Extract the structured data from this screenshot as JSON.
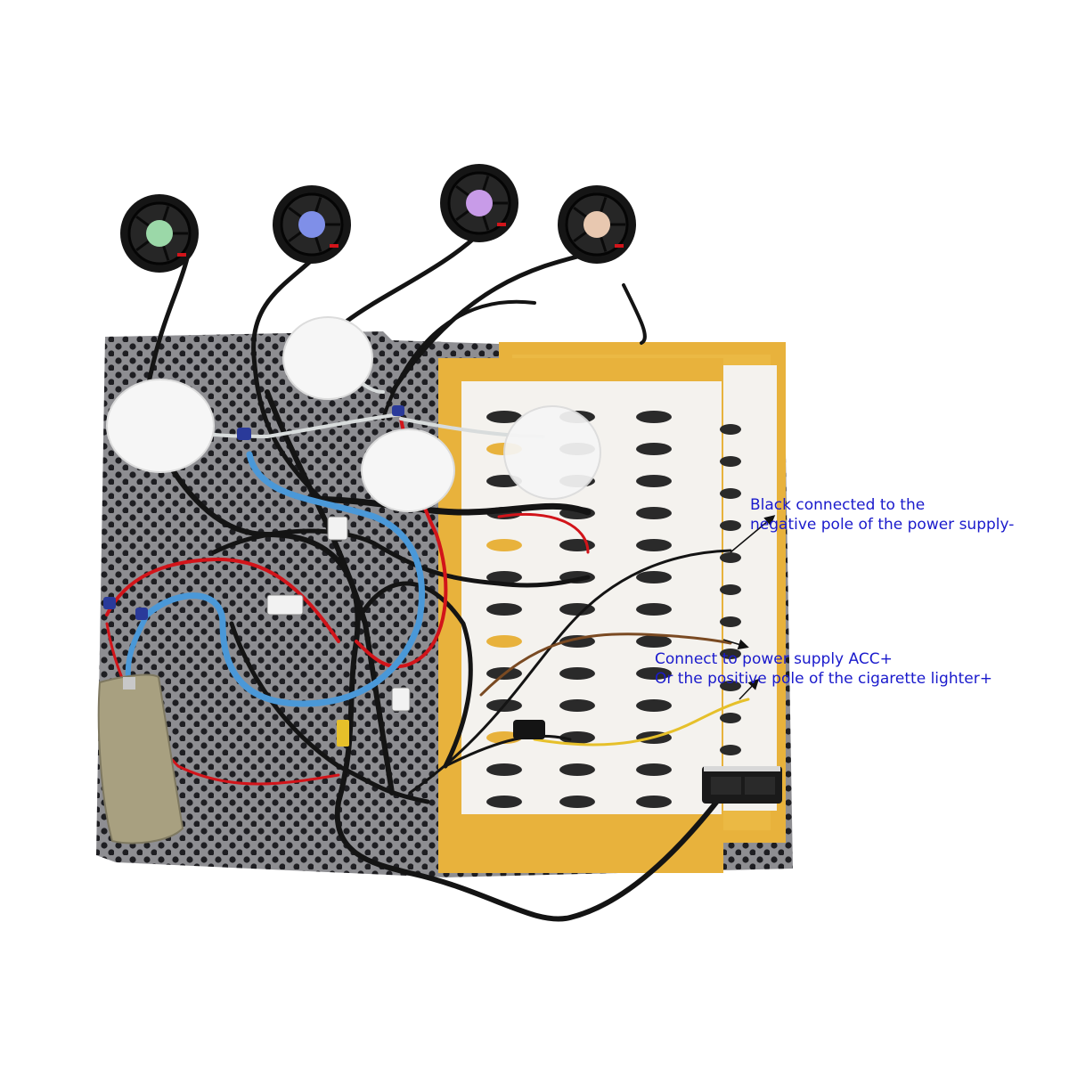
{
  "annotations": {
    "negative": {
      "line1": "Black connected to the",
      "line2": "negative pole of the power supply-"
    },
    "acc": {
      "line1": "Connect to power supply ACC+",
      "line2": "Or the positive pole of the cigarette lighter+"
    }
  },
  "colors": {
    "annotation_text": "#1a1acc",
    "mesh": "#8e8e92",
    "mesh_hole": "#1e1e22",
    "pad_border": "#e8b23c",
    "pad_center": "#f4f2ee",
    "fan_body": "#151515",
    "wire_black": "#141414",
    "wire_red": "#d2141a",
    "wire_blue": "#4a98d8",
    "wire_yellow": "#e6c02a",
    "wire_brown": "#7a4a22",
    "pouch": "#a8a080"
  },
  "components": {
    "fans": [
      "fan-1",
      "fan-2",
      "fan-3",
      "fan-4"
    ],
    "label_colors": [
      "#9bd8a8",
      "#7f8fe8",
      "#c89be8",
      "#e8c8b0"
    ]
  }
}
